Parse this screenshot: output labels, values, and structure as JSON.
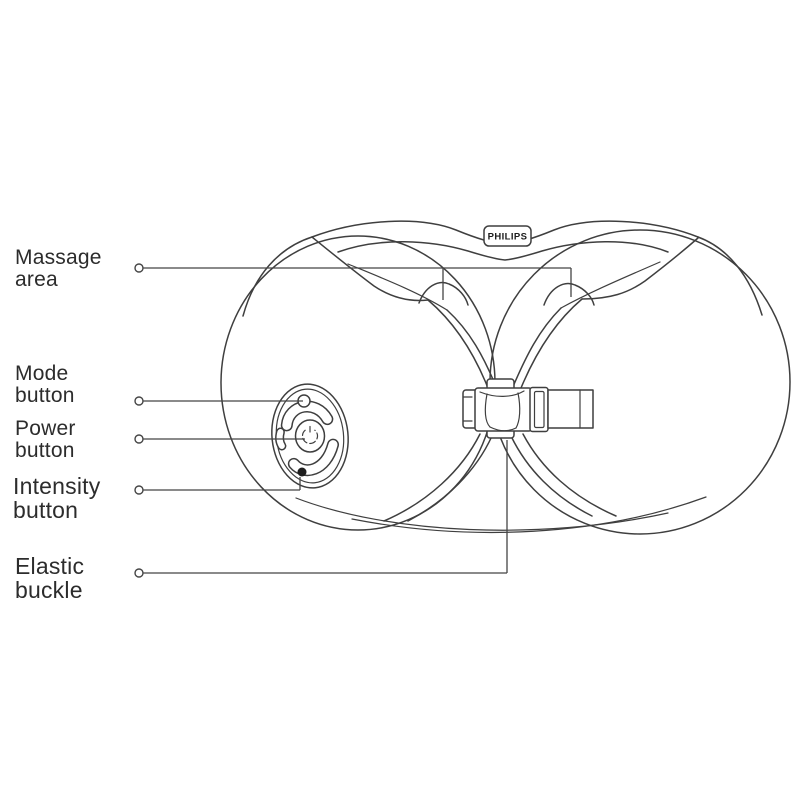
{
  "title": "Neck massager parts diagram",
  "colors": {
    "background": "#ffffff",
    "line": "#3f3f3f",
    "text": "#2c2c2c",
    "intensity_dot": "#1e1e1e"
  },
  "brand": {
    "badge_label": "PHILIPS"
  },
  "callouts": [
    {
      "id": "massage-area",
      "label": "Massage\narea"
    },
    {
      "id": "mode-button",
      "label": "Mode\nbutton"
    },
    {
      "id": "power-button",
      "label": "Power\nbutton"
    },
    {
      "id": "intensity-button",
      "label": "Intensity\nbutton"
    },
    {
      "id": "elastic-buckle",
      "label": "Elastic\nbuckle"
    }
  ],
  "diagram": {
    "device": "neck-massage-pillow",
    "icons": [
      "power-icon",
      "mode-hole-icon",
      "intensity-dot-icon"
    ]
  }
}
